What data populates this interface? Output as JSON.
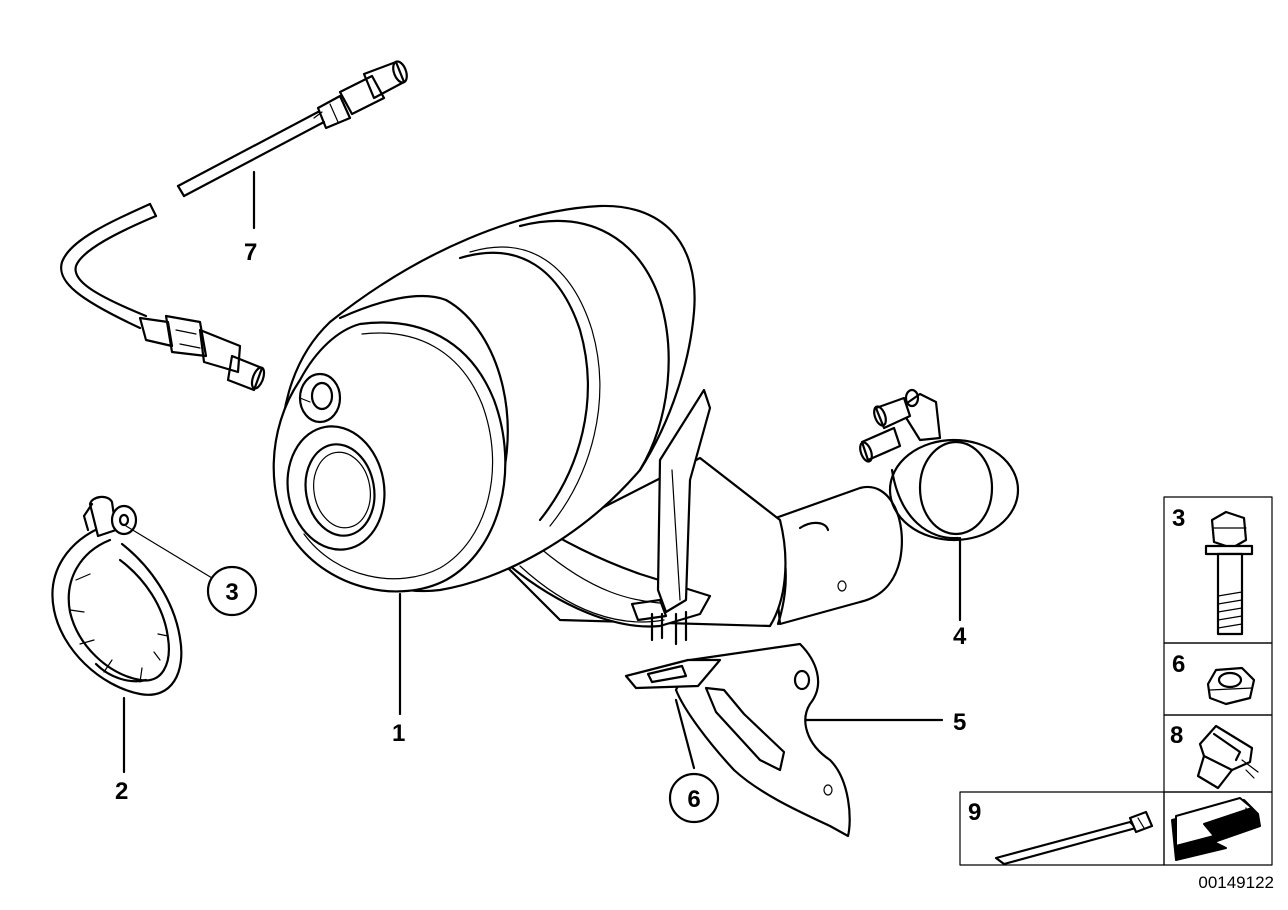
{
  "diagram": {
    "callouts": {
      "part_1": "1",
      "part_2": "2",
      "part_3": "3",
      "part_4": "4",
      "part_5": "5",
      "part_6": "6",
      "part_7": "7"
    },
    "legend": {
      "item_3": "3",
      "item_6": "6",
      "item_8": "8",
      "item_9": "9"
    },
    "drawing_number": "00149122"
  }
}
